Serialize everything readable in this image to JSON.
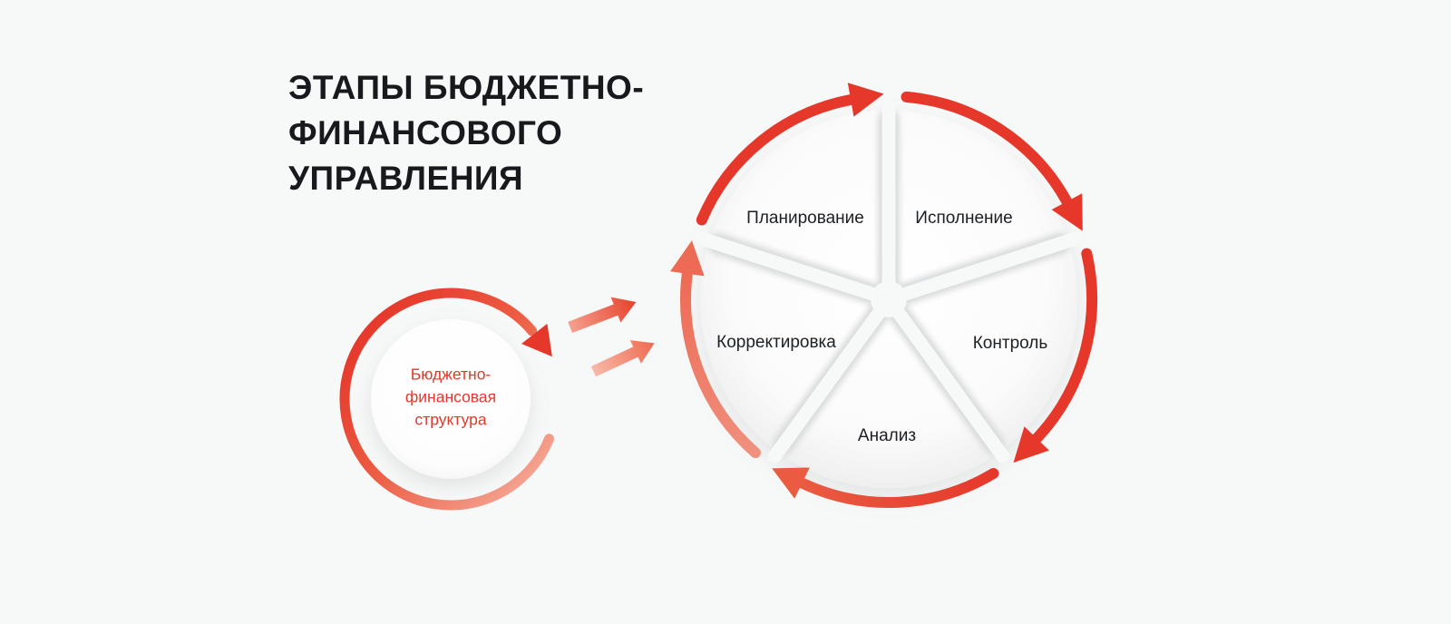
{
  "diagram_type": "cycle",
  "title": {
    "lines": [
      "ЭТАПЫ БЮДЖЕТНО-",
      "ФИНАНСОВОГО",
      "УПРАВЛЕНИЯ"
    ]
  },
  "hub": {
    "label_lines": [
      "Бюджетно-",
      "финансовая",
      "структура"
    ]
  },
  "cycle": {
    "stages": [
      {
        "label": "Планирование"
      },
      {
        "label": "Исполнение"
      },
      {
        "label": "Контроль"
      },
      {
        "label": "Анализ"
      },
      {
        "label": "Корректировка"
      }
    ]
  },
  "colors": {
    "accent_red": "#e5382b",
    "accent_light_red": "#f2907f",
    "text_dark": "#17191d",
    "wedge_fill": "#ffffff",
    "background": "#f7f8f8"
  }
}
